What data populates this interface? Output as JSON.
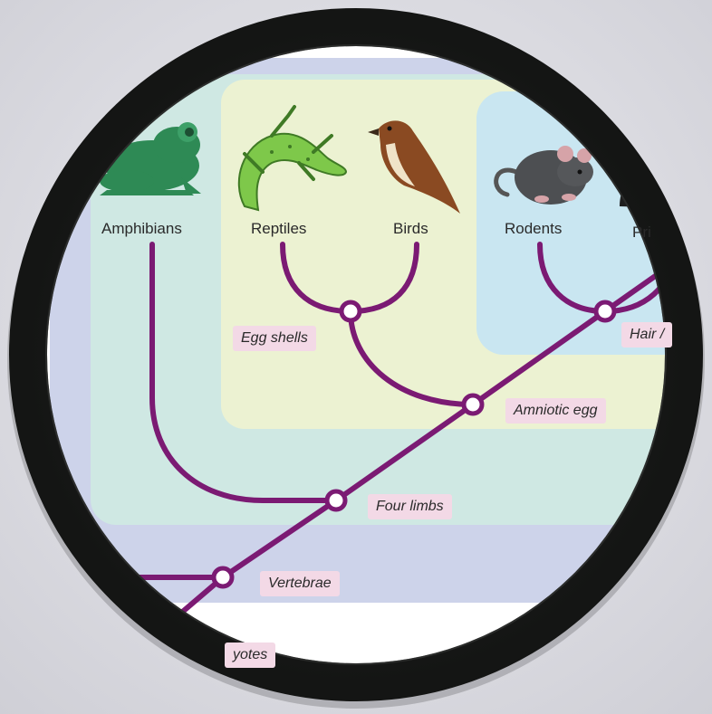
{
  "taxa": {
    "amphibians": "Amphibians",
    "reptiles": "Reptiles",
    "birds": "Birds",
    "rodents": "Rodents",
    "primates_partial": "Pri"
  },
  "traits": {
    "egg_shells": "Egg shells",
    "amniotic_egg": "Amniotic egg",
    "four_limbs": "Four limbs",
    "vertebrae": "Vertebrae",
    "hair_partial": "Hair /",
    "eukaryotes_partial": "yotes"
  },
  "colors": {
    "branch": "#7b1a73",
    "node_fill": "#ffffff",
    "vertebrates_panel": "#cdd3ea",
    "tetrapods_panel": "#cfe8e3",
    "amniotes_panel": "#ecf2d2",
    "mammals_panel": "#c9e6f1",
    "trait_badge": "#f3d9e6",
    "lens_frame": "#1f211f"
  },
  "icons": [
    "frog-icon",
    "lizard-icon",
    "bird-icon",
    "mouse-icon",
    "primate-icon"
  ]
}
